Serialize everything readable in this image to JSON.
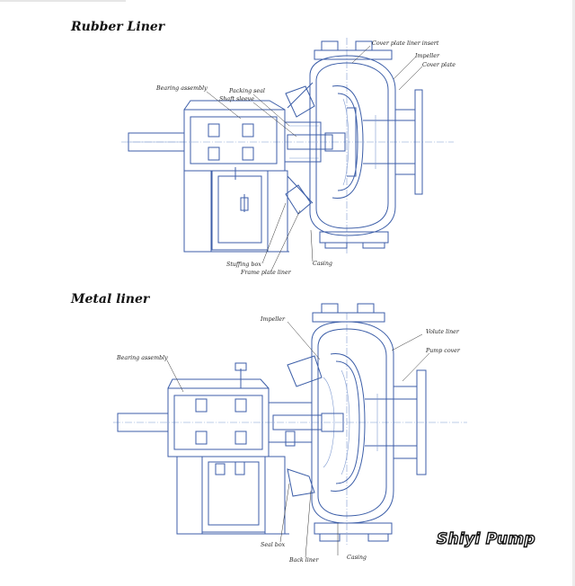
{
  "sections": {
    "rubber_title": "Rubber Liner",
    "metal_title": "Metal liner"
  },
  "rubber_labels": {
    "cover_plate_liner_insert": "Cover plate liner insert",
    "impeller": "Impeller",
    "cover_plate": "Cover plate",
    "bearing_assembly": "Bearing assembly",
    "packing_seal": "Packing seal",
    "shaft_sleeve": "Shaft sleeve",
    "stuffing_box": "Stuffing box",
    "frame_plate_liner": "Frame plate liner",
    "casing": "Casing"
  },
  "metal_labels": {
    "impeller": "Impeller",
    "volute_liner": "Volute liner",
    "pump_cover": "Pump cover",
    "bearing_assembly": "Bearing assembly",
    "seal_box": "Seal box",
    "back_liner": "Back liner",
    "casing": "Casing"
  },
  "brand": "Shiyi Pump",
  "colors": {
    "drawing": "#3c5ea8",
    "drawing_light": "#7f9ad0",
    "text": "#111111"
  }
}
